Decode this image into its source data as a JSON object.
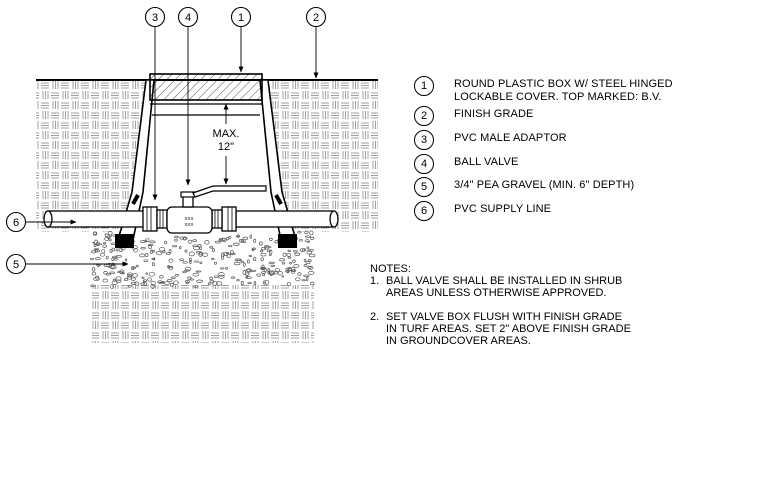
{
  "callouts": [
    {
      "num": "1",
      "label": "ROUND PLASTIC BOX W/ STEEL HINGED\nLOCKABLE COVER. TOP MARKED: B.V."
    },
    {
      "num": "2",
      "label": "FINISH GRADE"
    },
    {
      "num": "3",
      "label": "PVC MALE ADAPTOR"
    },
    {
      "num": "4",
      "label": "BALL VALVE"
    },
    {
      "num": "5",
      "label": "3/4\" PEA GRAVEL (MIN. 6\" DEPTH)"
    },
    {
      "num": "6",
      "label": "PVC SUPPLY LINE"
    }
  ],
  "dimension": {
    "line1": "MAX.",
    "line2": "12\""
  },
  "valve_marks": {
    "line1": "XXX",
    "line2": "XXX"
  },
  "notes": {
    "title": "NOTES:",
    "items": [
      {
        "num": "1.",
        "text": "BALL VALVE SHALL BE INSTALLED IN SHRUB\nAREAS UNLESS OTHERWISE APPROVED."
      },
      {
        "num": "2.",
        "text": "SET VALVE BOX FLUSH WITH FINISH GRADE\nIN TURF AREAS.  SET 2\" ABOVE FINISH GRADE\nIN GROUNDCOVER AREAS."
      }
    ]
  }
}
